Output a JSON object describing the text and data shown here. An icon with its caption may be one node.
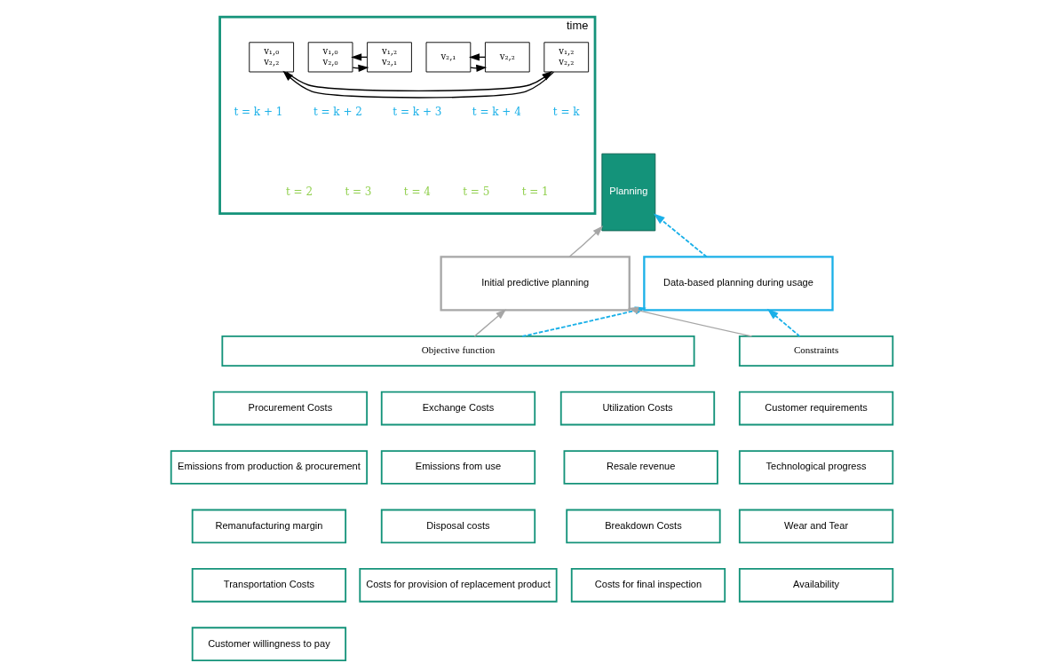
{
  "diagram": {
    "nodes": [
      {
        "text": [
          "Planning"
        ]
      },
      {
        "text": [
          "time"
        ]
      },
      {
        "text": [
          "v₁,₀ v₂,₀"
        ],
        "in": 1
      },
      {
        "text": [
          "v₁,₂ v₂,₁"
        ],
        "in": 1
      },
      {
        "text": [
          "v₂,₁"
        ],
        "in": 1
      },
      {
        "text": [
          "v₂,₂"
        ],
        "in": 1
      },
      {
        "text": [
          "v₁,₂ v₂,₂"
        ],
        "in": 1
      },
      {
        "text": [
          "v₁,₀ v₂,₂"
        ],
        "in": 1
      },
      {
        "text": [
          "Initial predictive planning"
        ]
      },
      {
        "text": [
          "Data-based planning during usage"
        ]
      },
      {
        "text": [
          "Objective function"
        ]
      },
      {
        "text": [
          "Procurement Costs"
        ]
      },
      {
        "text": [
          "Exchange Costs"
        ]
      },
      {
        "text": [
          "Utilization Costs"
        ]
      },
      {
        "text": [
          "Emissions from production & procurement"
        ]
      },
      {
        "text": [
          "Emissions from use"
        ]
      },
      {
        "text": [
          "Resale revenue"
        ]
      },
      {
        "text": [
          "Remanufacturing margin"
        ]
      },
      {
        "text": [
          "Disposal costs"
        ]
      },
      {
        "text": [
          "Breakdown Costs"
        ]
      },
      {
        "text": [
          "Transportation Costs"
        ]
      },
      {
        "text": [
          "Costs for provision of replacement product"
        ]
      },
      {
        "text": [
          "Costs for final inspection"
        ]
      },
      {
        "text": [
          "Customer willingness to pay"
        ]
      },
      {
        "text": [
          "Constraints"
        ]
      },
      {
        "text": [
          "Customer requirements"
        ]
      },
      {
        "text": [
          "Technological progress"
        ]
      },
      {
        "text": [
          "Wear and Tear"
        ]
      },
      {
        "text": [
          "Availability"
        ]
      }
    ],
    "edges": [
      {
        "from": 3,
        "to": 2,
        "arrow": "to"
      },
      {
        "from": 2,
        "to": 3,
        "arrow": "to"
      },
      {
        "from": 5,
        "to": 4,
        "arrow": "to"
      },
      {
        "from": 4,
        "to": 5,
        "arrow": "to"
      },
      {
        "from": 7,
        "to": 6,
        "arrow": "to"
      },
      {
        "from": 6,
        "to": 7,
        "arrow": "to"
      },
      {
        "from": 8,
        "to": 0,
        "arrow": "to",
        "color": "#a6a6a6"
      },
      {
        "from": 9,
        "to": 0,
        "arrow": "to",
        "style": "dashed",
        "color": "#1ab0e8"
      },
      {
        "from": 10,
        "to": 8,
        "arrow": "to",
        "color": "#a6a6a6"
      },
      {
        "from": 10,
        "to": 9,
        "arrow": "to",
        "style": "dashed",
        "color": "#1ab0e8"
      },
      {
        "from": 24,
        "to": 8,
        "arrow": "to",
        "color": "#a6a6a6"
      },
      {
        "from": 24,
        "to": 9,
        "arrow": "to",
        "style": "dashed",
        "color": "#1ab0e8"
      }
    ],
    "labels": [
      "t = k",
      "t = 1",
      "t = k + 1",
      "t = 2",
      "t = k + 2",
      "t = 3",
      "t = k + 3",
      "t = 4",
      "t = k + 4",
      "t = 5"
    ]
  }
}
